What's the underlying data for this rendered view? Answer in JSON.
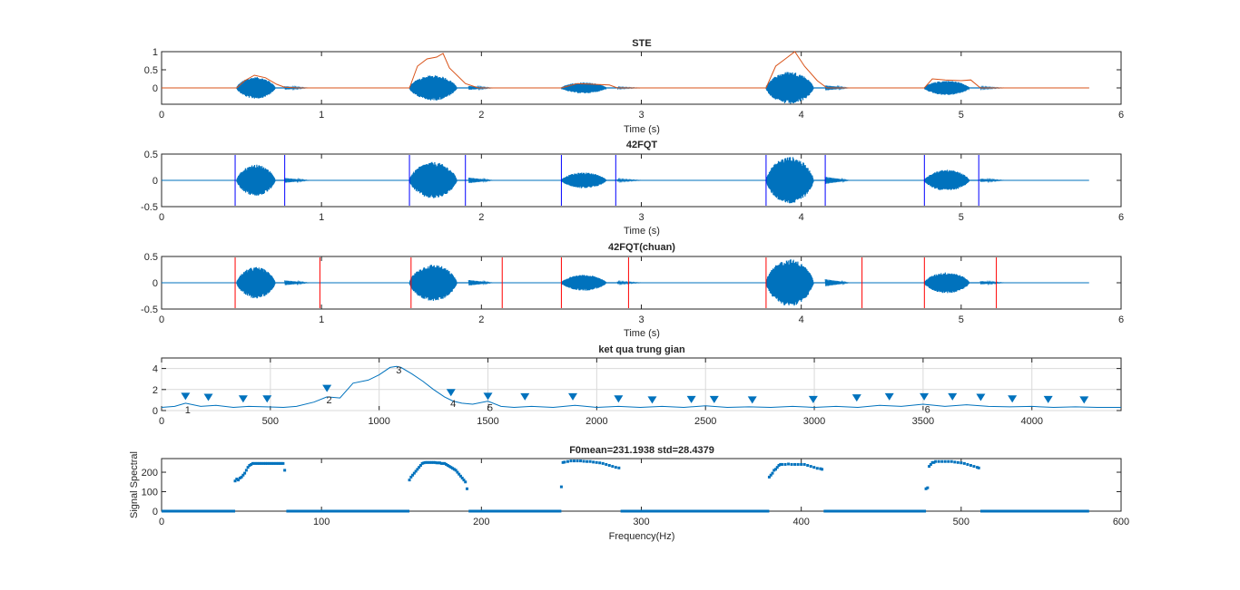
{
  "colors": {
    "signal": "#0072BD",
    "energy": "#D95319",
    "boundary_blue": "#0000FF",
    "boundary_red": "#FF0000",
    "axis": "#262626",
    "grid": "#D9D9D9"
  },
  "chart_data": [
    {
      "id": "ste",
      "type": "line",
      "title": "STE",
      "xlabel": "Time (s)",
      "ylabel": "",
      "xlim": [
        0,
        6
      ],
      "ylim": [
        -0.45,
        1.0
      ],
      "xticks": [
        "0",
        "1",
        "2",
        "3",
        "4",
        "5",
        "6"
      ],
      "yticks": [
        "0",
        "0.5",
        "1"
      ],
      "grid": false,
      "signal_span": [
        0,
        5.8
      ],
      "segments": [
        {
          "start": 0.47,
          "end": 0.77,
          "amp": 0.3
        },
        {
          "start": 1.55,
          "end": 1.92,
          "amp": 0.35
        },
        {
          "start": 2.5,
          "end": 2.85,
          "amp": 0.15
        },
        {
          "start": 3.78,
          "end": 4.15,
          "amp": 0.45
        },
        {
          "start": 4.77,
          "end": 5.12,
          "amp": 0.2
        }
      ],
      "series": [
        {
          "name": "",
          "x": [
            0,
            0.47,
            0.52,
            0.58,
            0.65,
            0.72,
            0.77,
            0.85,
            1.55,
            1.6,
            1.66,
            1.72,
            1.76,
            1.8,
            1.9,
            1.98,
            2.5,
            2.6,
            2.7,
            2.8,
            2.85,
            3.78,
            3.84,
            3.9,
            3.96,
            4.02,
            4.1,
            4.16,
            4.77,
            4.82,
            4.9,
            5.0,
            5.06,
            5.12,
            5.8
          ],
          "y": [
            0,
            0,
            0.2,
            0.35,
            0.28,
            0.1,
            0.02,
            0,
            0,
            0.6,
            0.8,
            0.85,
            0.95,
            0.55,
            0.12,
            0,
            0,
            0.12,
            0.1,
            0.08,
            0,
            0,
            0.6,
            0.8,
            1.0,
            0.6,
            0.2,
            0,
            0,
            0.25,
            0.22,
            0.2,
            0.22,
            0,
            0
          ]
        }
      ]
    },
    {
      "id": "42fqt",
      "type": "line",
      "title": "42FQT",
      "xlabel": "Time (s)",
      "ylabel": "",
      "xlim": [
        0,
        6
      ],
      "ylim": [
        -0.5,
        0.5
      ],
      "xticks": [
        "0",
        "1",
        "2",
        "3",
        "4",
        "5",
        "6"
      ],
      "yticks": [
        "-0.5",
        "0",
        "0.5"
      ],
      "grid": false,
      "signal_span": [
        0,
        5.8
      ],
      "segments": [
        {
          "start": 0.47,
          "end": 0.77,
          "amp": 0.3
        },
        {
          "start": 1.55,
          "end": 1.92,
          "amp": 0.35
        },
        {
          "start": 2.5,
          "end": 2.85,
          "amp": 0.15
        },
        {
          "start": 3.78,
          "end": 4.15,
          "amp": 0.45
        },
        {
          "start": 4.77,
          "end": 5.12,
          "amp": 0.2
        }
      ],
      "boundaries": [
        0.46,
        0.77,
        1.55,
        1.9,
        2.5,
        2.84,
        3.78,
        4.15,
        4.77,
        5.11
      ]
    },
    {
      "id": "42fqt-chuan",
      "type": "line",
      "title": "42FQT(chuan)",
      "xlabel": "Time (s)",
      "ylabel": "",
      "xlim": [
        0,
        6
      ],
      "ylim": [
        -0.5,
        0.5
      ],
      "xticks": [
        "0",
        "1",
        "2",
        "3",
        "4",
        "5",
        "6"
      ],
      "yticks": [
        "-0.5",
        "0",
        "0.5"
      ],
      "grid": false,
      "signal_span": [
        0,
        5.8
      ],
      "segments": [
        {
          "start": 0.47,
          "end": 0.77,
          "amp": 0.3
        },
        {
          "start": 1.55,
          "end": 1.92,
          "amp": 0.35
        },
        {
          "start": 2.5,
          "end": 2.85,
          "amp": 0.15
        },
        {
          "start": 3.78,
          "end": 4.15,
          "amp": 0.45
        },
        {
          "start": 4.77,
          "end": 5.12,
          "amp": 0.2
        }
      ],
      "boundaries": [
        0.46,
        0.99,
        1.56,
        2.13,
        2.5,
        2.92,
        3.78,
        4.38,
        4.77,
        5.22
      ]
    },
    {
      "id": "ket-qua",
      "type": "line",
      "title": "ket qua trung gian",
      "xlabel": "",
      "ylabel": "",
      "xlim": [
        0,
        4410
      ],
      "ylim": [
        0,
        5
      ],
      "xticks": [
        "0",
        "500",
        "1000",
        "1500",
        "2000",
        "2500",
        "3000",
        "3500",
        "4000"
      ],
      "yticks": [
        "0",
        "2",
        "4"
      ],
      "grid": true,
      "series": [
        {
          "name": "",
          "x": [
            0,
            60,
            110,
            180,
            250,
            330,
            400,
            480,
            560,
            620,
            700,
            760,
            820,
            880,
            950,
            1000,
            1050,
            1080,
            1100,
            1150,
            1200,
            1250,
            1300,
            1340,
            1380,
            1430,
            1500,
            1560,
            1620,
            1700,
            1800,
            1900,
            2000,
            2100,
            2200,
            2300,
            2400,
            2500,
            2600,
            2700,
            2800,
            2900,
            3000,
            3100,
            3200,
            3300,
            3400,
            3500,
            3600,
            3700,
            3800,
            3900,
            4000,
            4100,
            4200,
            4300,
            4410
          ],
          "y": [
            0.3,
            0.4,
            0.7,
            0.4,
            0.5,
            0.3,
            0.4,
            0.35,
            0.3,
            0.4,
            0.8,
            1.3,
            1.2,
            2.6,
            2.9,
            3.4,
            4.1,
            4.2,
            4.1,
            3.5,
            2.8,
            2.0,
            1.3,
            0.9,
            0.7,
            0.6,
            0.9,
            0.4,
            0.3,
            0.4,
            0.3,
            0.5,
            0.3,
            0.4,
            0.3,
            0.4,
            0.3,
            0.45,
            0.3,
            0.35,
            0.3,
            0.4,
            0.3,
            0.4,
            0.3,
            0.5,
            0.4,
            0.6,
            0.4,
            0.55,
            0.4,
            0.35,
            0.4,
            0.3,
            0.35,
            0.3,
            0.3
          ]
        }
      ],
      "markers": {
        "x": [
          110,
          215,
          375,
          485,
          760,
          1330,
          1500,
          1670,
          1890,
          2100,
          2255,
          2435,
          2540,
          2715,
          2995,
          3195,
          3345,
          3505,
          3635,
          3765,
          3910,
          4075,
          4240
        ],
        "y": [
          1.35,
          1.25,
          1.1,
          1.1,
          2.1,
          1.7,
          1.35,
          1.3,
          1.3,
          1.1,
          1.0,
          1.05,
          1.05,
          1.0,
          1.05,
          1.2,
          1.3,
          1.3,
          1.3,
          1.25,
          1.1,
          1.05,
          1.0
        ]
      },
      "annotations": [
        {
          "text": "1",
          "x": 120,
          "y": 0.1
        },
        {
          "text": "2",
          "x": 770,
          "y": 1.05
        },
        {
          "text": "3",
          "x": 1090,
          "y": 3.9
        },
        {
          "text": "4",
          "x": 1340,
          "y": 0.7
        },
        {
          "text": "5",
          "x": 1510,
          "y": 0.3
        },
        {
          "text": "6",
          "x": 3520,
          "y": 0.15
        }
      ]
    },
    {
      "id": "f0",
      "type": "scatter",
      "title": "F0mean=231.1938  std=28.4379",
      "xlabel": "Frequency(Hz)",
      "ylabel": "Signal Spectral",
      "xlim": [
        0,
        600
      ],
      "ylim": [
        0,
        270
      ],
      "xticks": [
        "0",
        "100",
        "200",
        "300",
        "400",
        "500",
        "600"
      ],
      "yticks": [
        "0",
        "100",
        "200"
      ],
      "grid": false,
      "zero_runs": [
        [
          0,
          46
        ],
        [
          78,
          155
        ],
        [
          192,
          250
        ],
        [
          287,
          380
        ],
        [
          414,
          478
        ],
        [
          512,
          580
        ]
      ],
      "series": [
        {
          "name": "",
          "x": [
            46,
            47,
            48,
            49,
            50,
            51,
            52,
            53,
            54,
            55,
            56,
            57,
            58,
            59,
            60,
            61,
            62,
            63,
            64,
            65,
            66,
            67,
            68,
            69,
            70,
            71,
            72,
            73,
            74,
            75,
            76,
            77,
            155,
            156,
            157,
            158,
            159,
            160,
            161,
            162,
            163,
            164,
            165,
            166,
            167,
            168,
            169,
            170,
            171,
            172,
            173,
            174,
            175,
            176,
            177,
            178,
            179,
            180,
            181,
            182,
            183,
            184,
            185,
            186,
            187,
            188,
            189,
            190,
            191,
            250,
            251,
            252,
            254,
            256,
            258,
            260,
            262,
            264,
            266,
            268,
            270,
            272,
            274,
            276,
            278,
            280,
            282,
            284,
            286,
            380,
            381,
            382,
            383,
            384,
            385,
            386,
            387,
            388,
            390,
            392,
            394,
            396,
            398,
            400,
            402,
            404,
            406,
            408,
            410,
            412,
            413,
            478,
            479,
            480,
            481,
            482,
            483,
            484,
            486,
            488,
            490,
            492,
            494,
            496,
            498,
            500,
            502,
            504,
            506,
            508,
            510,
            511
          ],
          "y": [
            155,
            165,
            160,
            170,
            175,
            185,
            195,
            210,
            225,
            235,
            240,
            245,
            245,
            245,
            245,
            245,
            245,
            245,
            245,
            245,
            245,
            245,
            245,
            245,
            245,
            245,
            245,
            245,
            245,
            245,
            245,
            210,
            160,
            175,
            185,
            195,
            205,
            215,
            225,
            235,
            245,
            248,
            250,
            250,
            250,
            250,
            250,
            250,
            250,
            248,
            248,
            248,
            245,
            245,
            245,
            240,
            235,
            230,
            225,
            220,
            215,
            210,
            200,
            190,
            180,
            170,
            160,
            150,
            115,
            125,
            250,
            252,
            255,
            258,
            258,
            258,
            258,
            256,
            255,
            255,
            252,
            250,
            248,
            245,
            240,
            235,
            230,
            225,
            222,
            175,
            185,
            195,
            210,
            215,
            225,
            235,
            240,
            240,
            240,
            242,
            240,
            240,
            240,
            240,
            240,
            235,
            230,
            225,
            220,
            218,
            215,
            115,
            120,
            230,
            240,
            250,
            250,
            255,
            255,
            255,
            255,
            255,
            255,
            252,
            250,
            248,
            245,
            240,
            235,
            230,
            225,
            222
          ]
        }
      ]
    }
  ]
}
